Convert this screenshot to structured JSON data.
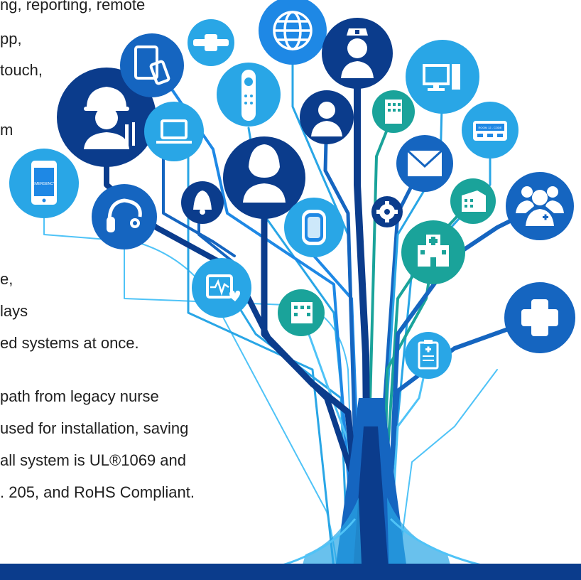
{
  "text_lines": [
    "ng, reporting, remote",
    "pp,",
    "touch,",
    "m",
    "e,",
    "lays",
    "ed systems at once.",
    "path from legacy nurse",
    "used for installation, saving",
    "all system is UL®1069 and",
    ". 205, and RoHS Compliant."
  ],
  "phone_screen_label": "EMERGENCY",
  "pager_screen_label": "ROOM 12 - CODE",
  "colors": {
    "dark_blue": "#0b3c8c",
    "medium_blue": "#1565c0",
    "bright_blue": "#1e88e5",
    "sky_blue": "#29a6e6",
    "teal": "#1aa39a",
    "footer_band": "#0b3c8c",
    "text": "#1f1f1f"
  },
  "icons": [
    "smartphone-icon",
    "headset-icon",
    "technician-icon",
    "tablet-phone-icon",
    "laptop-icon",
    "bell-icon",
    "wristband-icon",
    "handset-icon",
    "operator-icon",
    "heart-monitor-icon",
    "globe-icon",
    "patient-icon",
    "dome-light-icon",
    "hospital-building-icon",
    "nurse-icon",
    "building-icon",
    "envelope-icon",
    "gear-icon",
    "computer-icon",
    "pager-icon",
    "building-teal-icon",
    "hospital-icon",
    "clipboard-icon",
    "doctors-icon",
    "medical-cross-icon"
  ]
}
